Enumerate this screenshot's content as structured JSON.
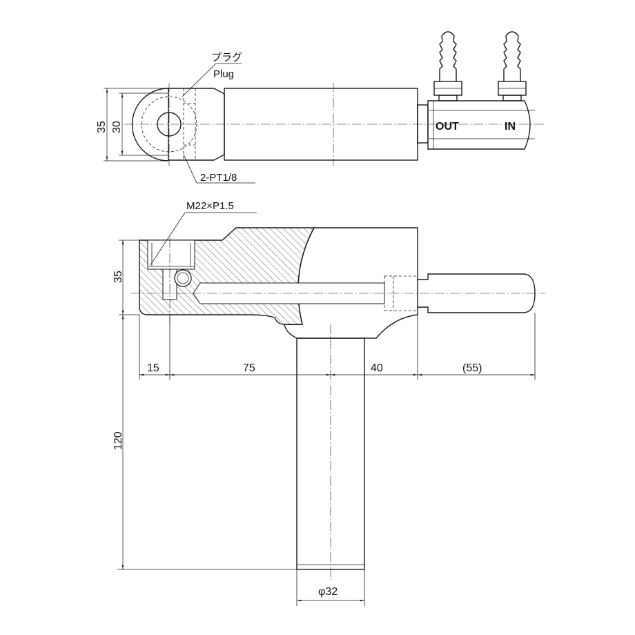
{
  "labels": {
    "plug_jp": "プラグ",
    "plug_en": "Plug",
    "port_thread": "2-PT1/8",
    "main_thread": "M22×P1.5",
    "out": "OUT",
    "in": "IN"
  },
  "dimensions": {
    "top_height_outer": "35",
    "top_height_inner": "30",
    "side_height": "35",
    "len_a": "15",
    "len_b": "75",
    "len_c": "40",
    "len_d": "(55)",
    "shaft_length": "120",
    "shaft_dia": "φ32"
  }
}
